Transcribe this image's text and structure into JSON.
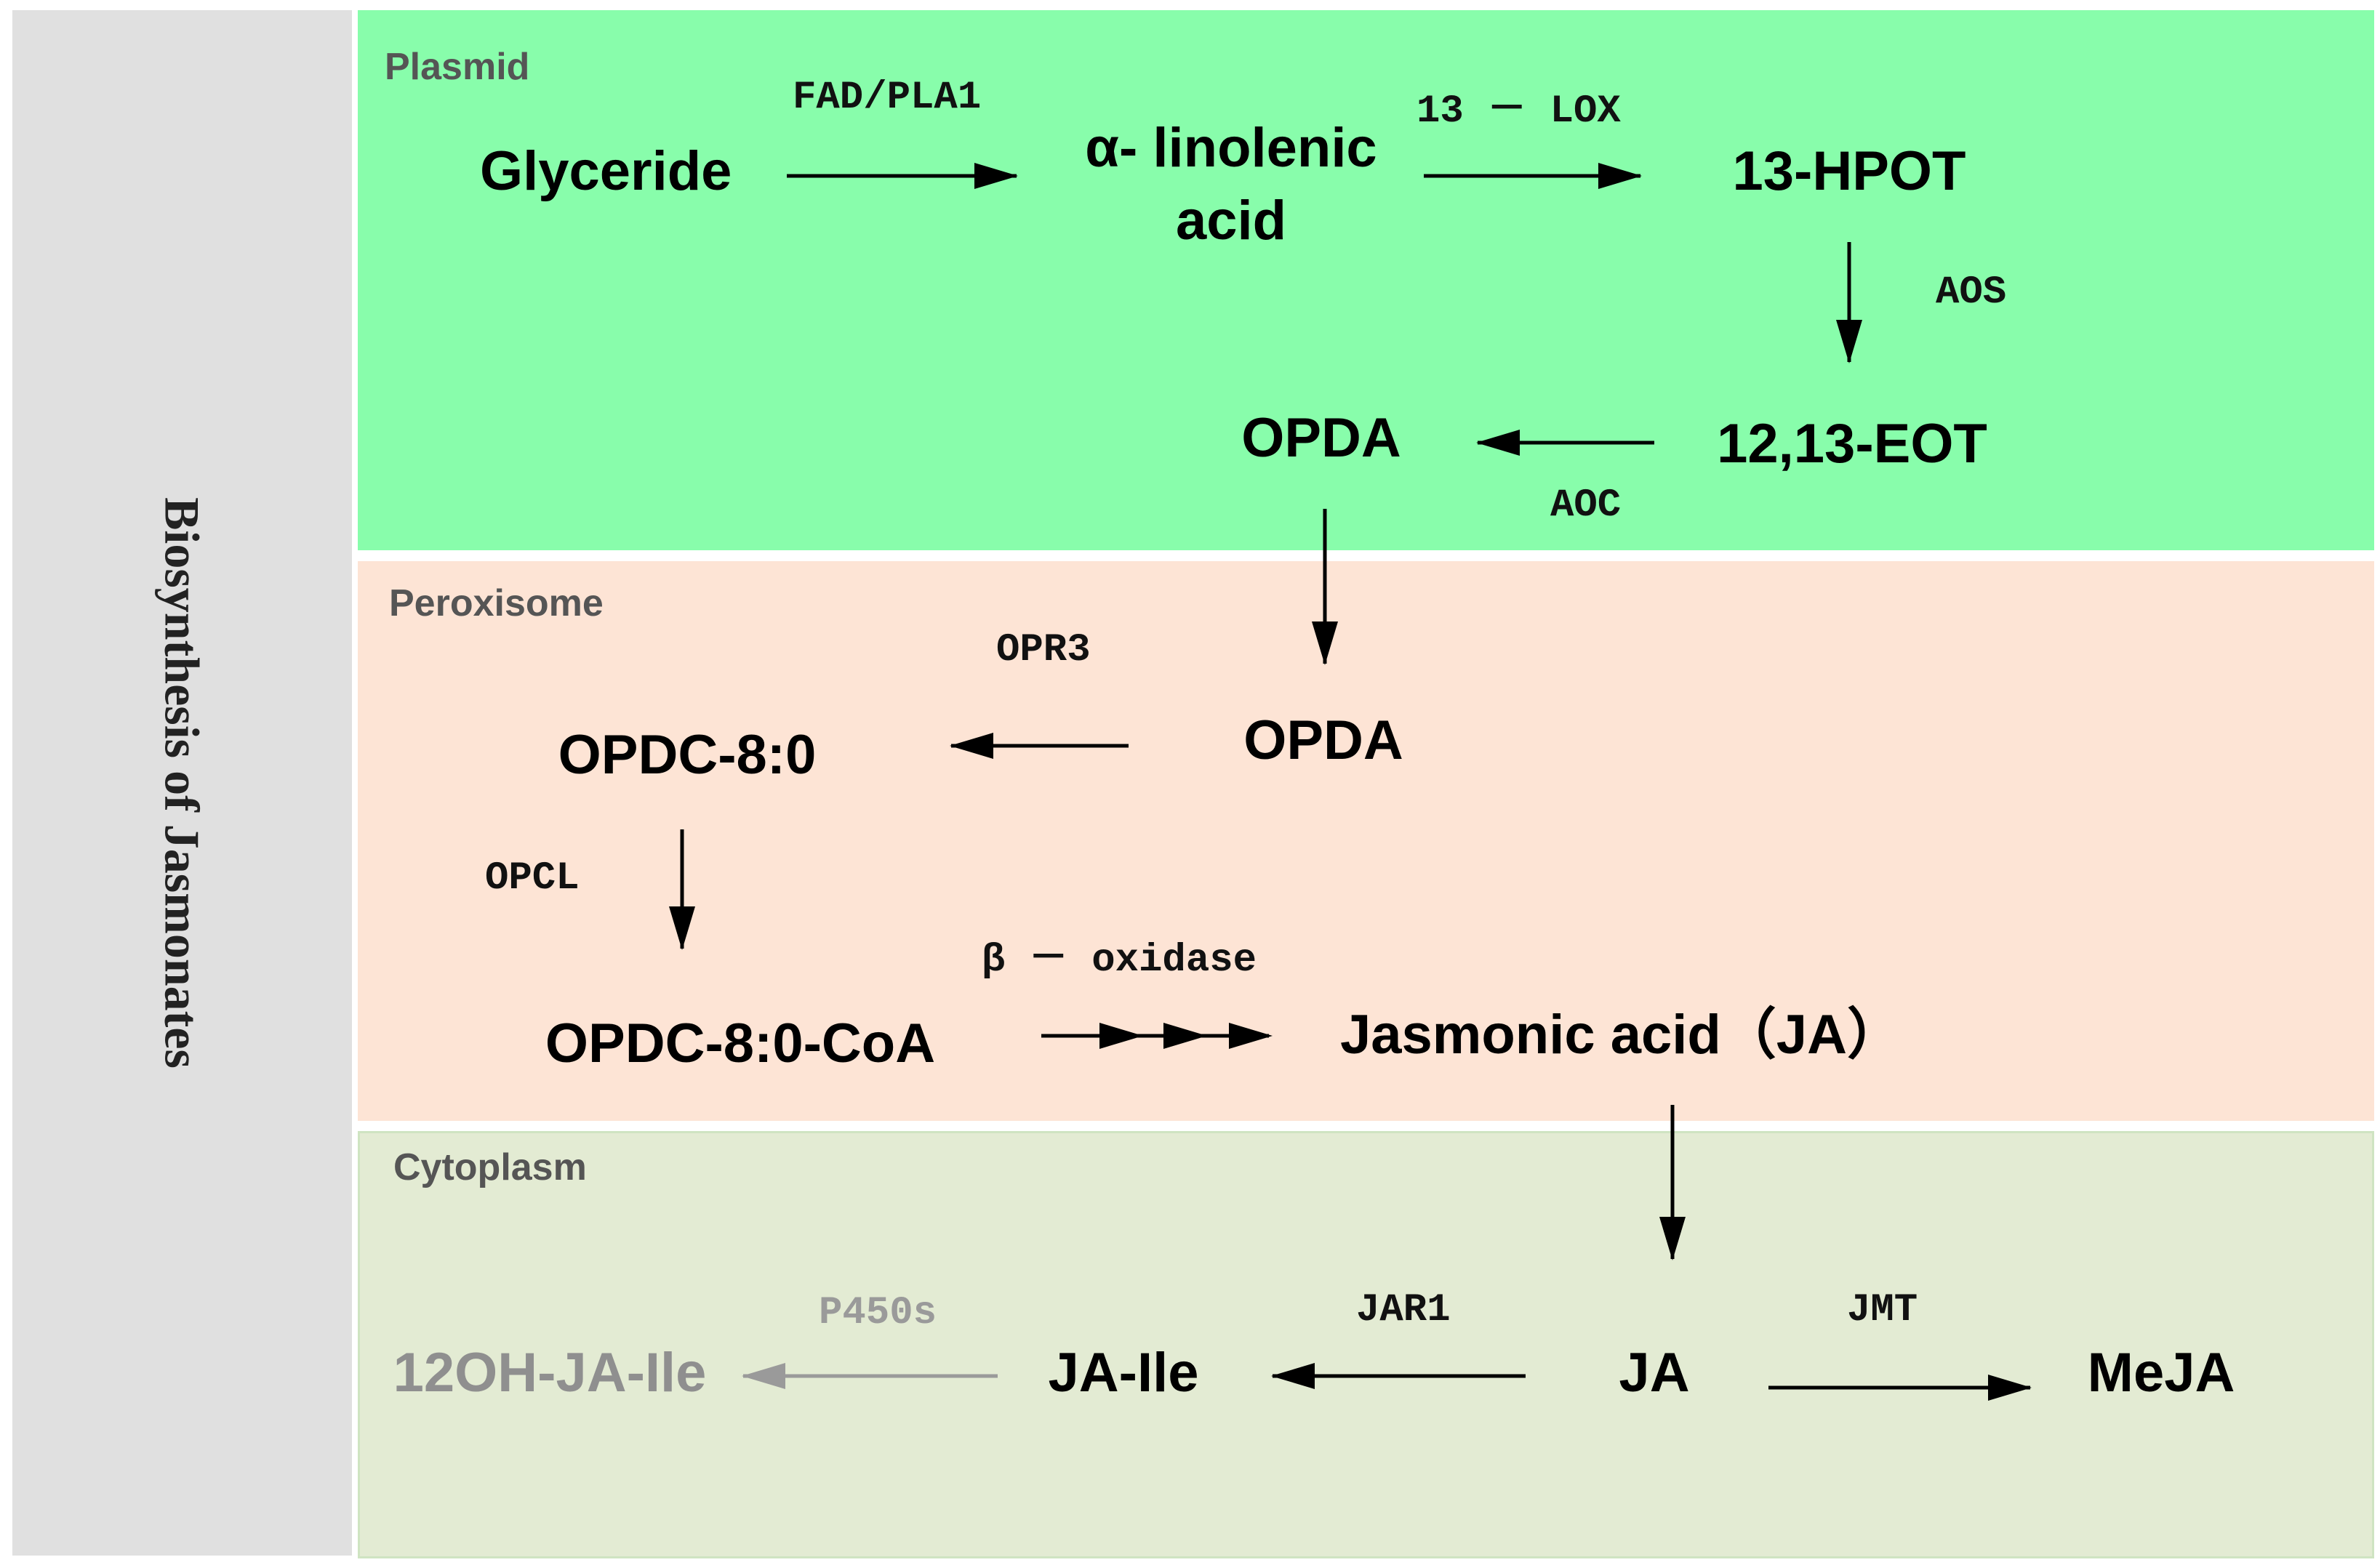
{
  "side_title": "Biosynthesis of Jasmonates",
  "sections": {
    "plasmid": "Plasmid",
    "peroxisome": "Peroxisome",
    "cytoplasm": "Cytoplasm"
  },
  "nodes": {
    "glyceride": "Glyceride",
    "alpha_linolenic_line1": "α- linolenic",
    "alpha_linolenic_line2": "acid",
    "hpot": "13-HPOT",
    "eot": "12,13-EOT",
    "opda_plasmid": "OPDA",
    "opda_perox": "OPDA",
    "opdc": "OPDC-8:0",
    "opdc_coa": "OPDC-8:0-CoA",
    "jasmonic_acid": "Jasmonic acid（JA）",
    "ja": "JA",
    "ja_ile": "JA-Ile",
    "oh_ja_ile": "12OH-JA-Ile",
    "meja": "MeJA"
  },
  "enzymes": {
    "fad_pla1": "FAD/PLA1",
    "lox": "13 － LOX",
    "aos": "AOS",
    "aoc": "AOC",
    "opr3": "OPR3",
    "opcl": "OPCL",
    "beta_oxidase": "β － oxidase",
    "jar1": "JAR1",
    "jmt": "JMT",
    "p450s": "P450s"
  },
  "colors": {
    "plasmid": "#88fdab",
    "peroxisome": "#fde4d5",
    "cytoplasm": "#e3ebd3",
    "side": "#e0e0e0",
    "arrow": "#000000",
    "faded": "#9a9a9a"
  }
}
